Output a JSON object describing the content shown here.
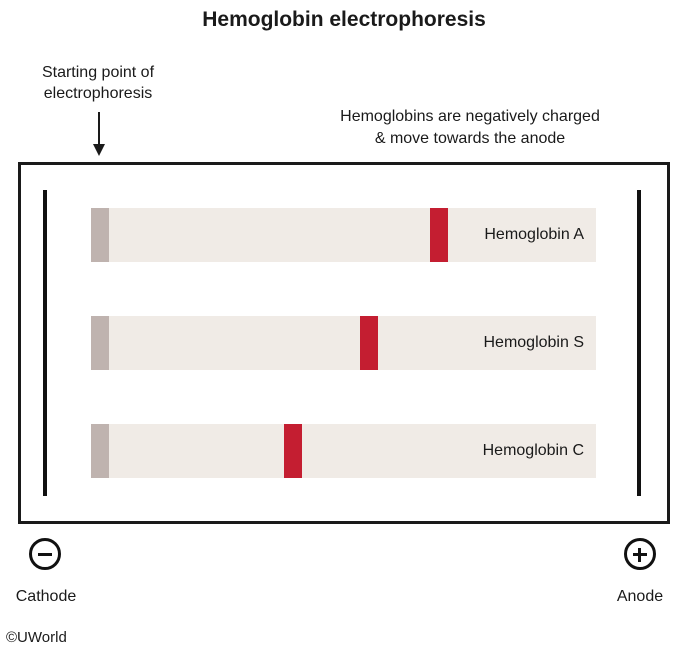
{
  "title": "Hemoglobin electrophoresis",
  "start_label": {
    "line1": "Starting point of",
    "line2": "electrophoresis"
  },
  "note": {
    "line1": "Hemoglobins are negatively charged",
    "line2": "& move towards the anode"
  },
  "lanes": [
    {
      "label": "Hemoglobin A",
      "band_position": 0.69
    },
    {
      "label": "Hemoglobin S",
      "band_position": 0.55
    },
    {
      "label": "Hemoglobin C",
      "band_position": 0.4
    }
  ],
  "electrodes": {
    "cathode_label": "Cathode",
    "anode_label": "Anode"
  },
  "colors": {
    "band": "#c41e31",
    "lane": "#f0ebe6",
    "well": "#bfb3af"
  },
  "copyright": "©UWorld"
}
